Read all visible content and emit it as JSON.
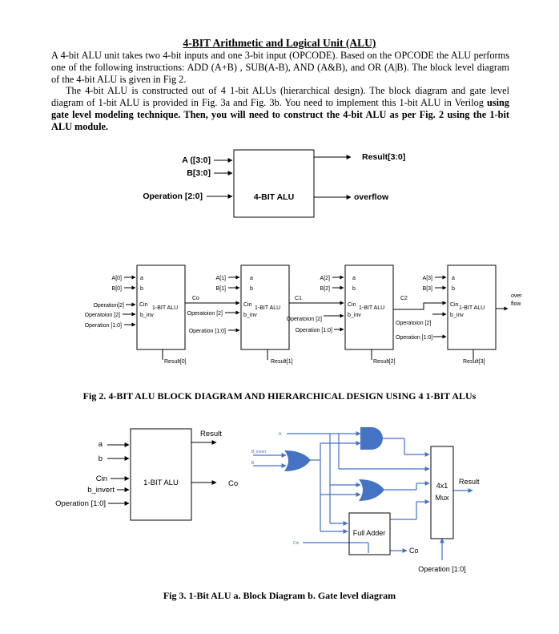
{
  "document": {
    "title": "4-BIT Arithmetic and Logical Unit (ALU)",
    "para1": "A 4-bit ALU unit takes two 4-bit inputs and one 3-bit input (OPCODE). Based on the OPCODE the ALU performs one of the following instructions: ADD (A+B) , SUB(A-B), AND (A&B), and OR (A|B). The block level diagram of the 4-bit ALU is given in Fig 2.",
    "para2_a": "The 4-bit ALU is constructed out of 4 1-bit ALUs (hierarchical design). The block diagram and gate level diagram of 1-bit ALU is provided in Fig. 3a and Fig. 3b. You need to implement this 1-bit ALU in Verilog ",
    "para2_b": "using gate level modeling technique. Then, you will need to construct the 4-bit ALU as per Fig. 2 using the 1-bit ALU module.",
    "fig2_caption": "Fig 2. 4-BIT ALU BLOCK DIAGRAM AND HIERARCHICAL DESIGN USING 4 1-BIT ALUs",
    "fig3_caption": "Fig 3. 1-Bit ALU a. Block Diagram b. Gate level diagram"
  },
  "fig_top": {
    "input_a": "A ([3:0]",
    "input_b": "B[3:0]",
    "input_op": "Operation [2:0]",
    "block": "4-BIT ALU",
    "output_result": "Result[3:0]",
    "output_overflow": "overflow"
  },
  "fig_chain": {
    "block_label": "1-BIT ALU",
    "pin_a": "a",
    "pin_b": "b",
    "pin_cin": "Cin",
    "pin_binv": "b_inv",
    "alu0": {
      "a": "A[0]",
      "b": "B[0]",
      "op2": "Operation[2]",
      "op2b": "Operatoion [2]",
      "op10": "Operation [1:0]",
      "result": "Result[0]"
    },
    "alu1": {
      "a": "A[1]",
      "b": "B[1]",
      "op2": "Operatoion [2]",
      "op10": "Operation [1:0]",
      "result": "Result[1]",
      "carry_in": "Co"
    },
    "alu2": {
      "a": "A[2]",
      "b": "B[2]",
      "op2": "Operatoion [2]",
      "op10": "Operation [1:0]",
      "result": "Result[2]",
      "carry_in": "C1"
    },
    "alu3": {
      "a": "A[3]",
      "b": "B[3]",
      "op2": "Operatoion [2]",
      "op10": "Operation [1:0]",
      "result": "Result[3]",
      "carry_in": "C2"
    },
    "overflow_1": "over",
    "overflow_2": "flow"
  },
  "fig3a": {
    "in_a": "a",
    "in_b": "b",
    "in_cin": "Cin",
    "in_binv": "b_invert",
    "in_op": "Operation [1:0]",
    "block": "1-BIT ALU",
    "out_result": "Result",
    "out_co": "Co"
  },
  "fig3b": {
    "in_a": "A",
    "in_binv": "B_invert",
    "in_b": "B",
    "in_cin": "Cin",
    "adder": "Full Adder",
    "mux_1": "4x1",
    "mux_2": "Mux",
    "out_result": "Result",
    "out_co": "Co",
    "select": "Operation [1:0]",
    "gate_color": "#4472C4",
    "wire_color": "#4472C4"
  }
}
